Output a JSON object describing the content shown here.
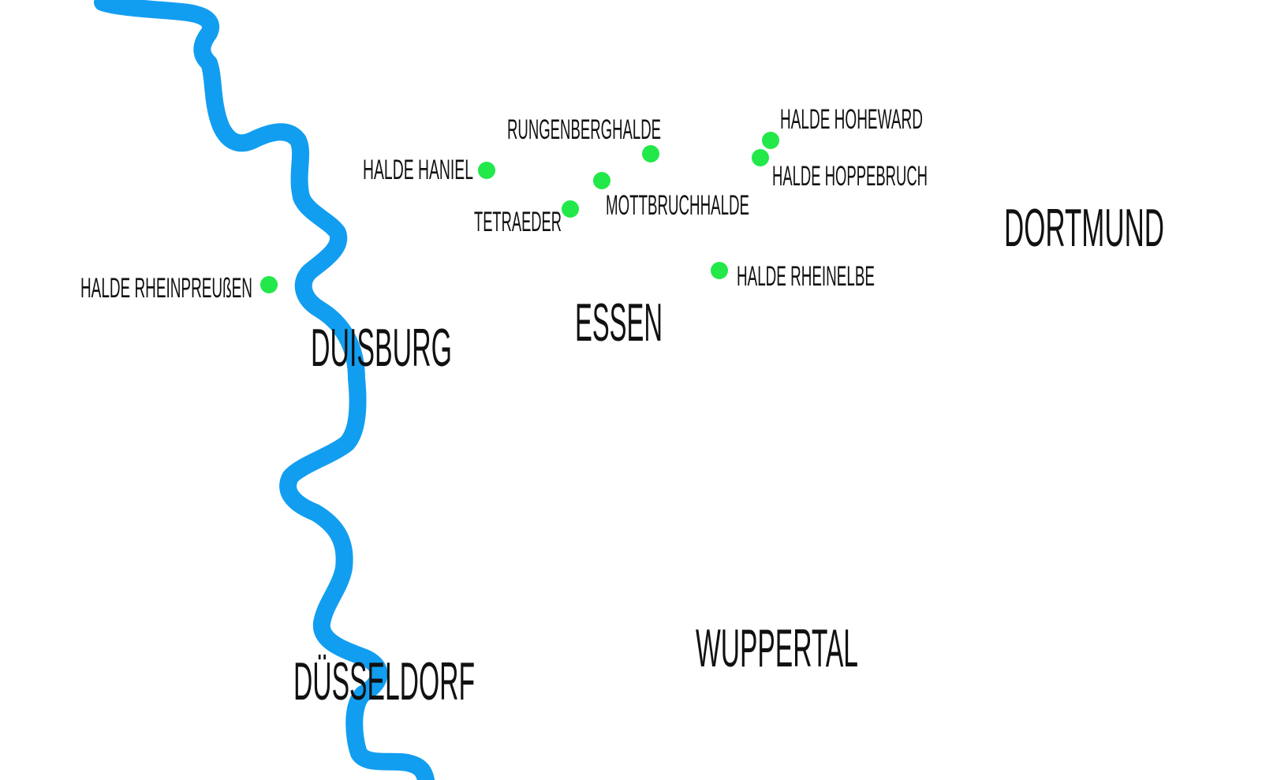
{
  "map": {
    "colors": {
      "river": "#129ef0",
      "dump_marker": "#22e84a",
      "text": "#111111",
      "background": "#ffffff"
    },
    "cities": {
      "dortmund": "DORTMUND",
      "essen": "ESSEN",
      "duisburg": "DUISBURG",
      "wuppertal": "WUPPERTAL",
      "duesseldorf": "DÜSSELDORF"
    },
    "dumps": {
      "rungenberghalde": "RUNGENBERGHALDE",
      "hoheward": "HALDE HOHEWARD",
      "haniel": "HALDE HANIEL",
      "hoppebruch": "HALDE HOPPEBRUCH",
      "mottbruchhalde": "MOTTBRUCHHALDE",
      "tetraeder": "TETRAEDER",
      "rheinelbe": "HALDE RHEINELBE",
      "rheinpreussen": "HALDE RHEINPREUßEN"
    }
  }
}
